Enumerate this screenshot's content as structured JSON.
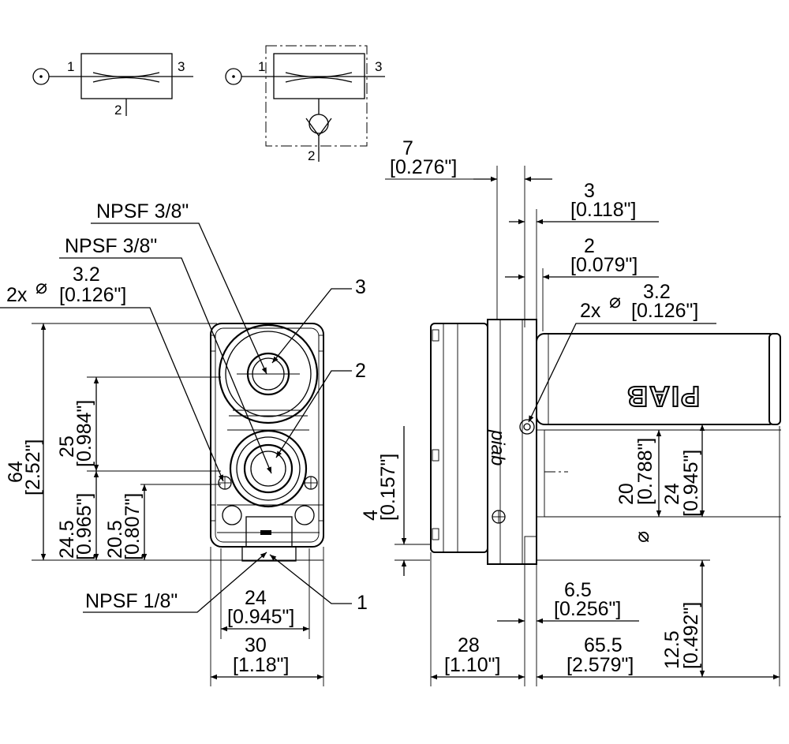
{
  "symbols": {
    "left": {
      "port_1": "1",
      "port_2": "2",
      "port_3": "3"
    },
    "right": {
      "port_1": "1",
      "port_2": "2",
      "port_3": "3"
    }
  },
  "front_view": {
    "callouts": {
      "port3_thread": "NPSF 3/8\"",
      "port2_thread": "NPSF 3/8\"",
      "port1_thread": "NPSF 1/8\"",
      "hole_count": "2x",
      "hole_symbol": "⌀",
      "hole_mm": "3.2",
      "hole_in": "[0.126\"]",
      "label_port3": "3",
      "label_port2": "2",
      "label_port1": "1"
    },
    "dims": {
      "height_mm": "64",
      "height_in": "[2.52\"]",
      "center_mm": "25",
      "center_in": "[0.984\"]",
      "lower_mm": "24.5",
      "lower_in": "[0.965\"]",
      "hole_height_mm": "20.5",
      "hole_height_in": "[0.807\"]",
      "inner_width_mm": "24",
      "inner_width_in": "[0.945\"]",
      "width_mm": "30",
      "width_in": "[1.18\"]"
    }
  },
  "side_view": {
    "brand": "PIAB",
    "logo": "piab",
    "callouts": {
      "hole_count": "2x",
      "hole_symbol": "⌀",
      "hole_mm": "3.2",
      "hole_in": "[0.126\"]"
    },
    "dims": {
      "d7_mm": "7",
      "d7_in": "[0.276\"]",
      "d3_mm": "3",
      "d3_in": "[0.118\"]",
      "d2_mm": "2",
      "d2_in": "[0.079\"]",
      "d4_mm": "4",
      "d4_in": "[0.157\"]",
      "d20_mm": "20",
      "d20_in": "[0.788\"]",
      "d24_sym": "⌀",
      "d24_mm": "24",
      "d24_in": "[0.945\"]",
      "d65_mm": "6.5",
      "d65_in": "[0.256\"]",
      "d28_mm": "28",
      "d28_in": "[1.10\"]",
      "d655_mm": "65.5",
      "d655_in": "[2.579\"]",
      "d125_mm": "12.5",
      "d125_in": "[0.492\"]"
    }
  }
}
